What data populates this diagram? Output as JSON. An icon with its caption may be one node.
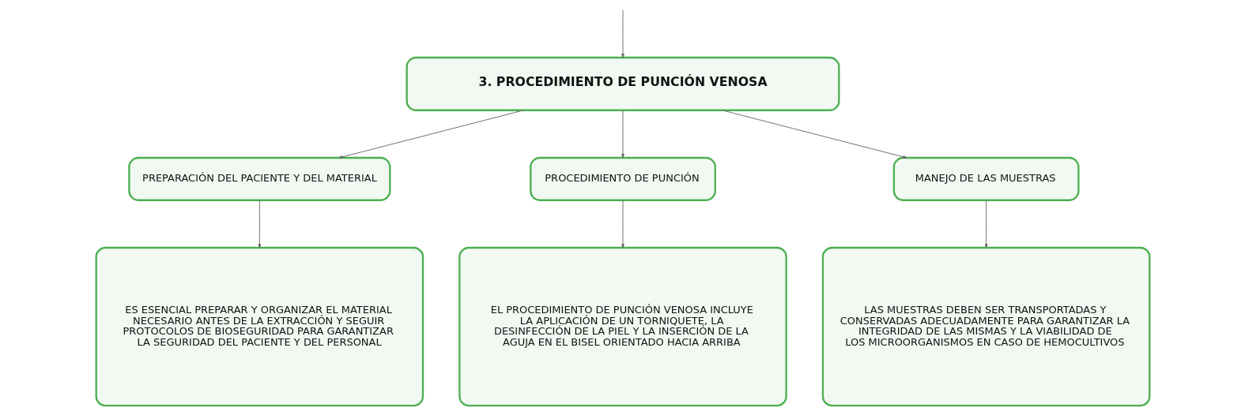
{
  "diagram": {
    "nodes": [
      {
        "text": [
          "3. PROCEDIMIENTO DE PUNCIÓN VENOSA"
        ]
      },
      {
        "text": [
          "PREPARACIÓN DEL PACIENTE Y DEL MATERIAL"
        ]
      },
      {
        "text": [
          "PROCEDIMIENTO DE PUNCIÓN"
        ]
      },
      {
        "text": [
          "MANEJO DE LAS MUESTRAS"
        ]
      },
      {
        "text": [
          "ES ESENCIAL PREPARAR Y ORGANIZAR EL MATERIAL NECESARIO ANTES DE LA EXTRACCIÓN Y SEGUIR PROTOCOLOS DE BIOSEGURIDAD PARA GARANTIZAR LA SEGURIDAD DEL PACIENTE Y DEL PERSONAL"
        ]
      },
      {
        "text": [
          "EL PROCEDIMIENTO DE PUNCIÓN VENOSA INCLUYE LA APLICACIÓN DE UN TORNIQUETE, LA DESINFECCIÓN DE LA PIEL Y LA INSERCIÓN DE LA AGUJA EN EL BISEL ORIENTADO HACIA ARRIBA"
        ]
      },
      {
        "text": [
          "LAS MUESTRAS DEBEN SER TRANSPORTADAS Y CONSERVADAS ADECUADAMENTE PARA GARANTIZAR LA INTEGRIDAD DE LAS MISMAS Y LA VIABILIDAD DE LOS MICROORGANISMOS EN CASO DE HEMOCULTIVOS"
        ]
      }
    ],
    "edges": [
      {
        "from": null,
        "to": 0,
        "arrow": "to"
      },
      {
        "from": 0,
        "to": 1,
        "arrow": "to"
      },
      {
        "from": 0,
        "to": 2,
        "arrow": "to"
      },
      {
        "from": 0,
        "to": 3,
        "arrow": "to"
      },
      {
        "from": 1,
        "to": 4,
        "arrow": "to"
      },
      {
        "from": 2,
        "to": 5,
        "arrow": "to"
      },
      {
        "from": 3,
        "to": 6,
        "arrow": "to"
      }
    ]
  }
}
